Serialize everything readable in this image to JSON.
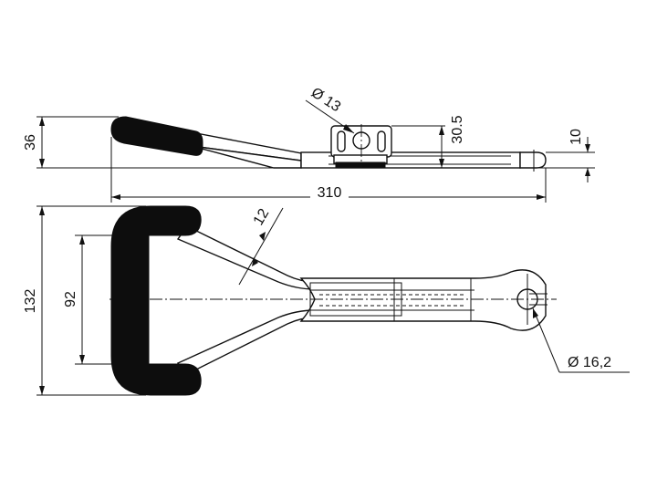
{
  "drawing": {
    "type": "technical-drawing",
    "views": [
      "side",
      "top"
    ],
    "dimensions": {
      "bolt_hole": "Ø 13",
      "bracket_height": "30.5",
      "end_thickness": "10",
      "side_height": "36",
      "overall_length": "310",
      "rod_diameter": "12",
      "overall_width": "132",
      "inner_width": "92",
      "eye_diameter": "Ø 16,2"
    }
  }
}
